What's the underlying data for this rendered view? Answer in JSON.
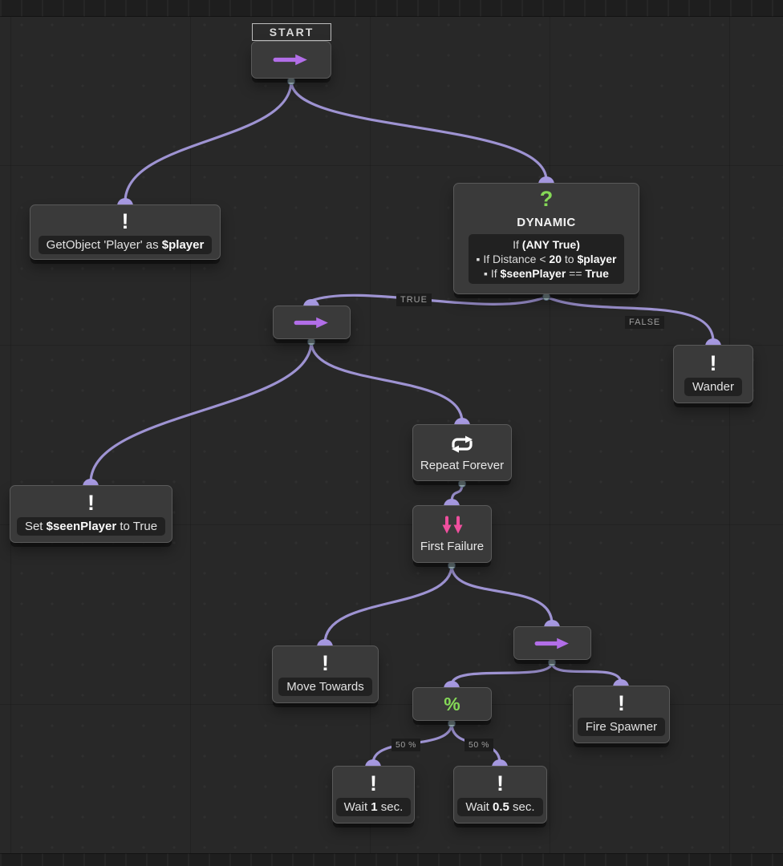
{
  "colors": {
    "canvas_bg": "#282828",
    "edge": "#9e93d2",
    "connector_dome": "#a79ae2",
    "arrow_icon": "#b26ee8",
    "failure_arrow_icon": "#ef4f9e",
    "green_icon": "#85d957",
    "node_bg": "#3a3a3a"
  },
  "icons": {
    "exclamation": "!",
    "question": "?",
    "percent": "%"
  },
  "edge_labels": {
    "true": "TRUE",
    "false": "FALSE",
    "p50_left": "50 %",
    "p50_right": "50 %"
  },
  "nodes": {
    "start": {
      "label": "START"
    },
    "get_object": {
      "seg0": "GetObject 'Player' as ",
      "seg1": "$player"
    },
    "dynamic": {
      "title": "DYNAMIC",
      "l1a": "If ",
      "l1b": "(ANY True)",
      "l2a": "▪ If Distance < ",
      "l2b": "20",
      "l2c": " to ",
      "l2d": "$player",
      "l3a": "▪ If ",
      "l3b": "$seenPlayer",
      "l3c": " == ",
      "l3d": "True"
    },
    "wander": {
      "text": "Wander"
    },
    "repeat": {
      "text": "Repeat Forever"
    },
    "first_failure": {
      "text": "First Failure"
    },
    "set_seen": {
      "seg0": "Set ",
      "seg1": "$seenPlayer",
      "seg2": " to True"
    },
    "move_towards": {
      "text": "Move Towards"
    },
    "fire_spawner": {
      "text": "Fire Spawner"
    },
    "wait_1": {
      "seg0": "Wait ",
      "seg1": "1",
      "seg2": " sec."
    },
    "wait_05": {
      "seg0": "Wait ",
      "seg1": "0.5",
      "seg2": " sec."
    }
  }
}
